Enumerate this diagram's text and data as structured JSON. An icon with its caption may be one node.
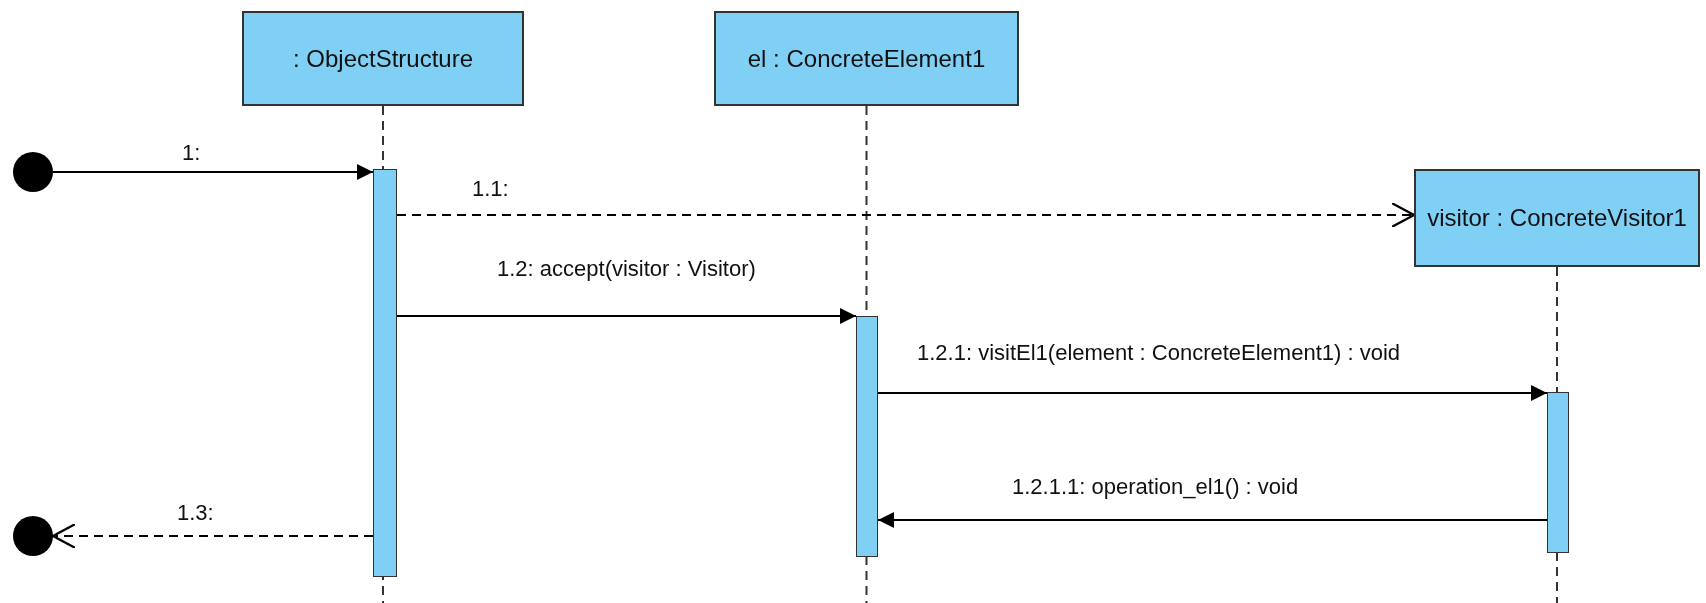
{
  "diagram": {
    "nodes": [
      {
        "text": [
          ": ObjectStructure"
        ]
      },
      {
        "text": [
          "el : ConcreteElement1"
        ]
      },
      {
        "text": [],
        "shape": "circle"
      },
      {
        "text": [],
        "shape": "bar"
      },
      {
        "text": [
          "visitor : ConcreteVisitor1"
        ]
      },
      {
        "text": [],
        "shape": "bar"
      },
      {
        "text": [],
        "shape": "bar"
      },
      {
        "text": [],
        "shape": "circle"
      }
    ],
    "edges": [
      {
        "from": 2,
        "to": 3,
        "arrow": "to",
        "label": "1:"
      },
      {
        "from": 3,
        "to": 4,
        "arrow": "to",
        "label": "1.1:",
        "style": "dashed"
      },
      {
        "from": 3,
        "to": 5,
        "arrow": "to",
        "label": "1.2: accept(visitor : Visitor)"
      },
      {
        "from": 5,
        "to": 6,
        "arrow": "to",
        "label": "1.2.1: visitEl1(element : ConcreteElement1) : void"
      },
      {
        "from": 6,
        "to": 5,
        "arrow": "to",
        "label": "1.2.1.1: operation_el1() : void"
      },
      {
        "from": 3,
        "to": 7,
        "arrow": "to",
        "label": "1.3:",
        "style": "dashed"
      }
    ]
  }
}
